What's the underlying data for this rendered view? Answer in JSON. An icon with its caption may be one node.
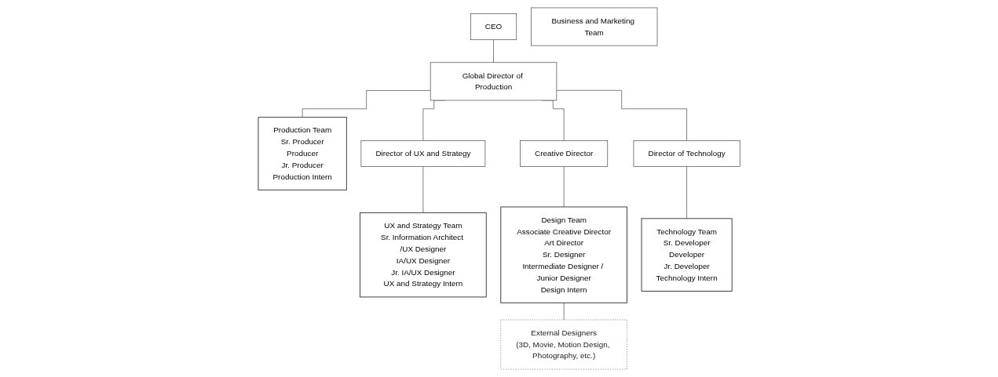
{
  "diagram": {
    "nodes": [
      {
        "text": [
          "CEO"
        ]
      },
      {
        "text": [
          "Global Director of Production"
        ]
      },
      {
        "text": [
          "Business and Marketing Team"
        ]
      },
      {
        "text": [
          "Production Team",
          "Sr. Producer",
          "Producer",
          "Jr. Producer",
          "Production Intern"
        ]
      },
      {
        "text": [
          "Director of UX and Strategy"
        ]
      },
      {
        "text": [
          "UX and Strategy Team",
          "Sr. Information Architect /UX Designer",
          "IA/UX Designer",
          "Jr. IA/UX Designer",
          "UX and Strategy Intern"
        ]
      },
      {
        "text": [
          "Creative Director"
        ]
      },
      {
        "text": [
          "Design Team",
          "Associate Creative Director",
          "Art Director",
          "Sr. Designer",
          "Intermediate Designer / Junior Designer",
          "Design Intern"
        ]
      },
      {
        "text": [
          "Director of Technology"
        ]
      },
      {
        "text": [
          "Technology Team",
          "Sr. Developer",
          "Developer",
          "Jr. Developer",
          "Technology Intern"
        ]
      },
      {
        "text": [
          "External Designers",
          "(3D, Movie, Motion Design, Photography, etc.)"
        ]
      }
    ],
    "edges": [
      {
        "from": 0,
        "to": 1,
        "arrow": "none"
      },
      {
        "from": 1,
        "to": 3,
        "arrow": "none"
      },
      {
        "from": 1,
        "to": 4,
        "arrow": "none"
      },
      {
        "from": 1,
        "to": 6,
        "arrow": "none"
      },
      {
        "from": 1,
        "to": 8,
        "arrow": "none"
      },
      {
        "from": 4,
        "to": 5,
        "arrow": "none"
      },
      {
        "from": 6,
        "to": 7,
        "arrow": "none"
      },
      {
        "from": 8,
        "to": 9,
        "arrow": "none"
      },
      {
        "from": 7,
        "to": 10,
        "arrow": "none"
      }
    ]
  }
}
